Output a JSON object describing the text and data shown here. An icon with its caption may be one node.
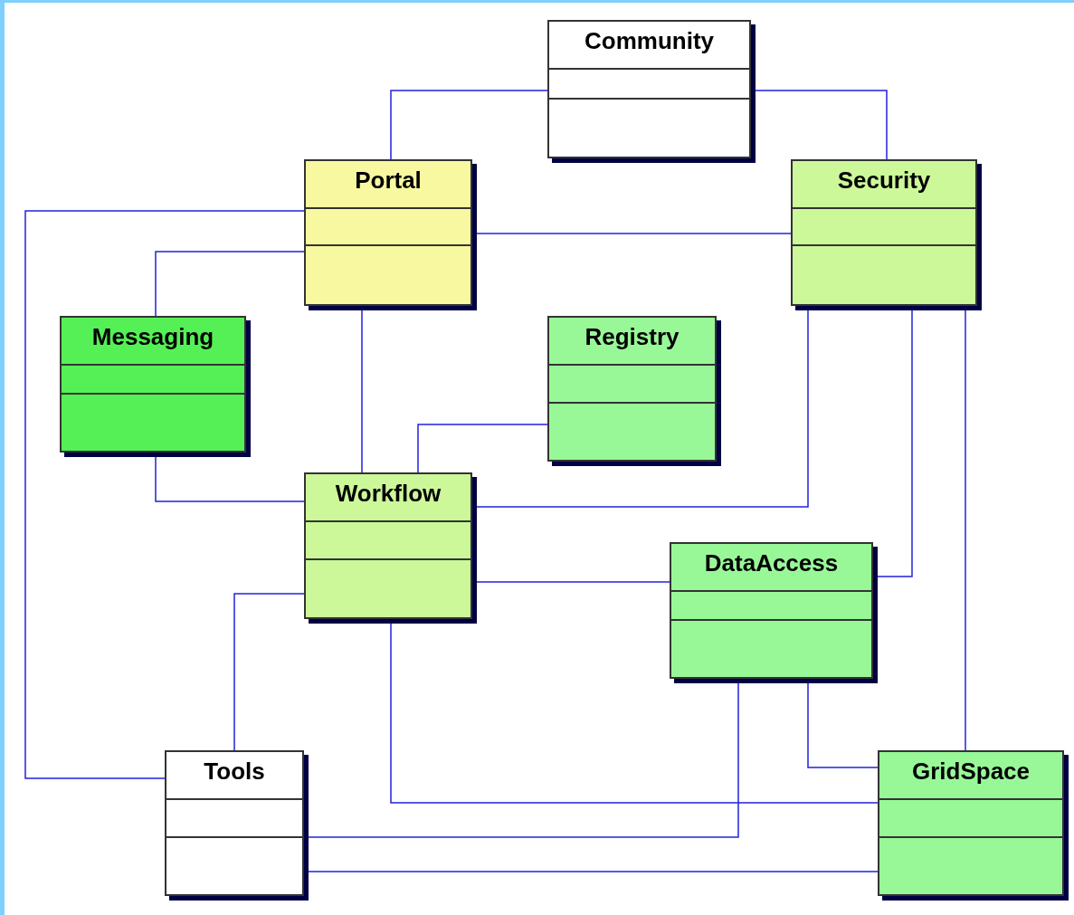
{
  "diagram": {
    "nodes": [
      {
        "text": [
          "Community"
        ]
      },
      {
        "text": [
          "Portal"
        ]
      },
      {
        "text": [
          "Security"
        ]
      },
      {
        "text": [
          "Messaging"
        ]
      },
      {
        "text": [
          "Registry"
        ]
      },
      {
        "text": [
          "Workflow"
        ]
      },
      {
        "text": [
          "DataAccess"
        ]
      },
      {
        "text": [
          "Tools"
        ]
      },
      {
        "text": [
          "GridSpace"
        ]
      }
    ],
    "edges": [
      {
        "from": 0,
        "to": 1,
        "arrow": "none"
      },
      {
        "from": 0,
        "to": 2,
        "arrow": "none"
      },
      {
        "from": 1,
        "to": 2,
        "arrow": "none"
      },
      {
        "from": 1,
        "to": 7,
        "arrow": "none"
      },
      {
        "from": 1,
        "to": 3,
        "arrow": "none"
      },
      {
        "from": 1,
        "to": 5,
        "arrow": "none"
      },
      {
        "from": 3,
        "to": 5,
        "arrow": "none"
      },
      {
        "from": 4,
        "to": 5,
        "arrow": "none"
      },
      {
        "from": 2,
        "to": 5,
        "arrow": "none"
      },
      {
        "from": 2,
        "to": 6,
        "arrow": "none"
      },
      {
        "from": 2,
        "to": 8,
        "arrow": "none"
      },
      {
        "from": 5,
        "to": 6,
        "arrow": "none"
      },
      {
        "from": 5,
        "to": 7,
        "arrow": "none"
      },
      {
        "from": 5,
        "to": 8,
        "arrow": "none"
      },
      {
        "from": 6,
        "to": 7,
        "arrow": "none"
      },
      {
        "from": 6,
        "to": 8,
        "arrow": "none"
      },
      {
        "from": 7,
        "to": 8,
        "arrow": "none"
      }
    ]
  }
}
